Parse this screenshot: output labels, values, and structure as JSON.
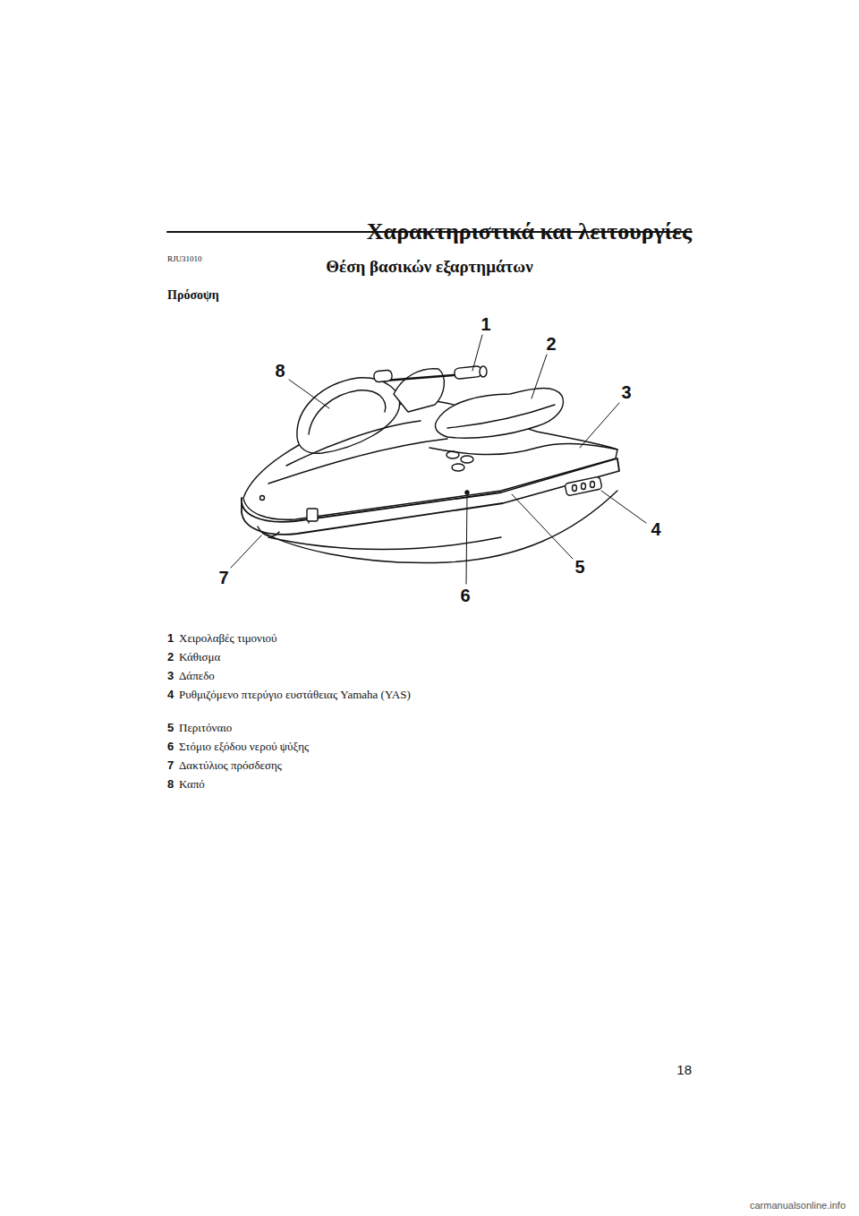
{
  "diagram": {
    "title": "Θέση βασικών εξαρτημάτων",
    "labels": [
      "Χαρακτηριστικά και λειτουργίες",
      "RJU31010",
      "Πρόσοψη",
      "1",
      "2",
      "3",
      "4",
      "5",
      "6",
      "7",
      "8",
      "1",
      "Χειρολαβές τιμονιού",
      "2",
      "Κάθισμα",
      "3",
      "Δάπεδο",
      "4",
      "Ρυθμιζόμενο πτερύγιο ευστάθειας Yamaha (YAS)",
      "5",
      "Περιτόναιο",
      "6",
      "Στόμιο εξόδου νερού ψύξης",
      "7",
      "Δακτύλιος πρόσδεσης",
      "8",
      "Καπό",
      "18",
      "carmanualsonline.info"
    ]
  }
}
